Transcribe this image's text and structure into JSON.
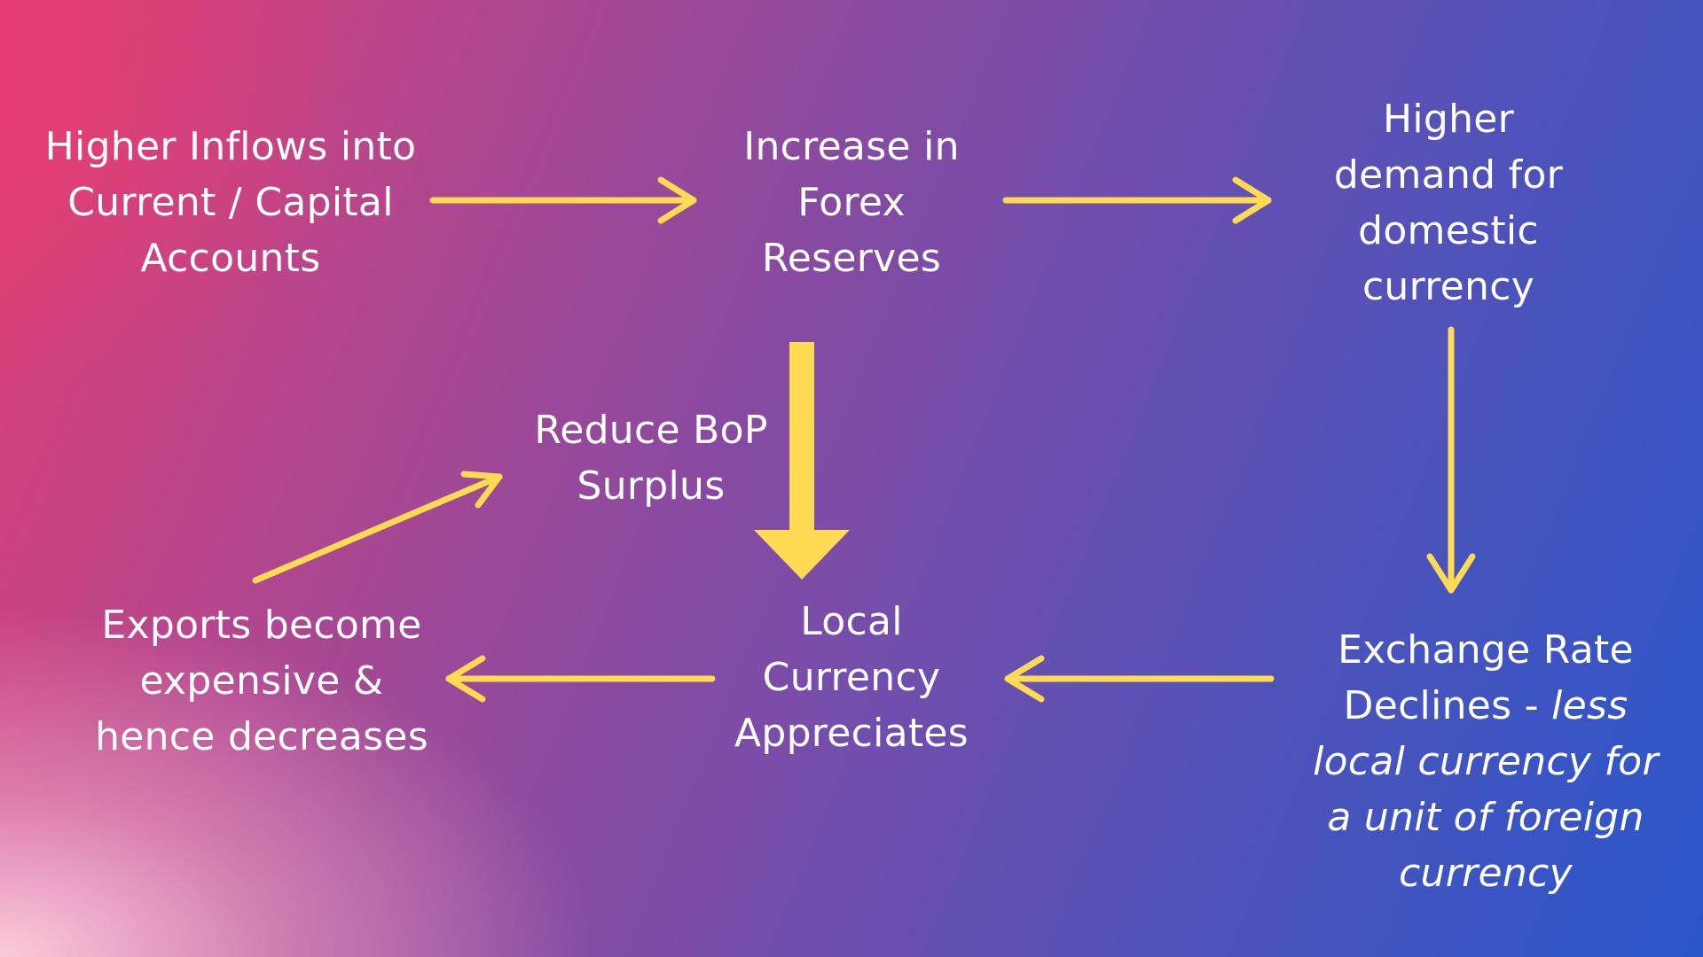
{
  "diagram": {
    "arrow_color": "#fedb52",
    "nodes": {
      "higher_inflows": {
        "lines": [
          "Higher Inflows into",
          "Current / Capital",
          "Accounts"
        ]
      },
      "increase_forex": {
        "lines": [
          "Increase in",
          "Forex",
          "Reserves"
        ]
      },
      "higher_demand": {
        "lines": [
          "Higher",
          "demand for",
          "domestic",
          "currency"
        ]
      },
      "reduce_bop": {
        "lines": [
          "Reduce BoP",
          "Surplus"
        ]
      },
      "exchange_rate": {
        "line1": "Exchange Rate",
        "line2_plain": "Declines - ",
        "line2_italic": "less",
        "italic_lines": [
          "local currency for",
          "a unit of foreign",
          "currency"
        ]
      },
      "local_currency": {
        "lines": [
          "Local",
          "Currency",
          "Appreciates"
        ]
      },
      "exports": {
        "lines": [
          "Exports become",
          "expensive &",
          "hence decreases"
        ]
      }
    }
  }
}
